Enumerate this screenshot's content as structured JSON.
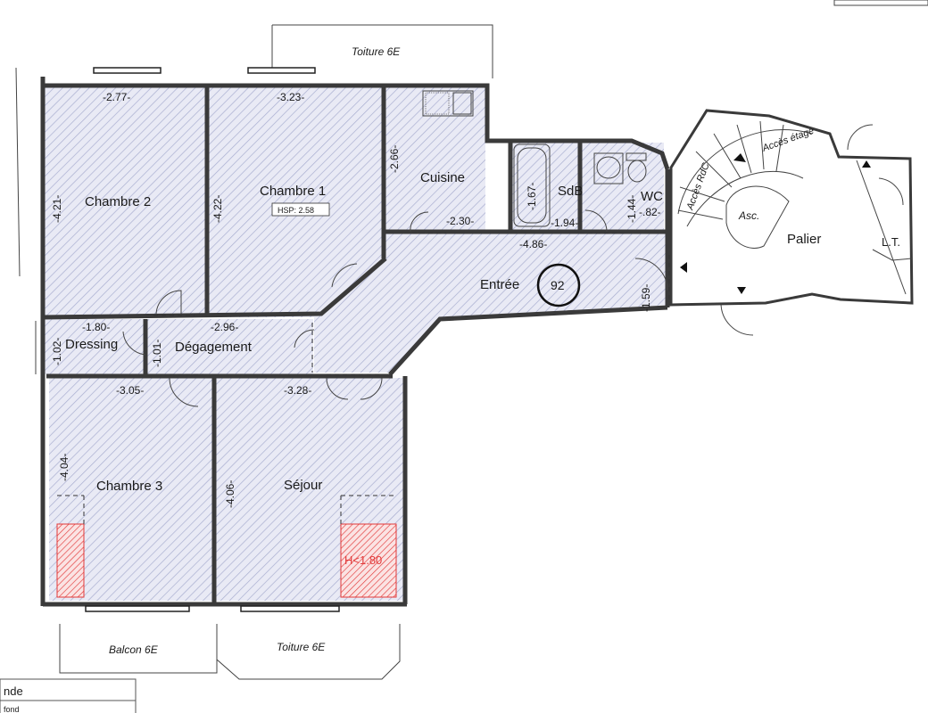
{
  "rooms": {
    "chambre2": "Chambre 2",
    "chambre1": "Chambre 1",
    "cuisine": "Cuisine",
    "sdb": "SdB",
    "wc": "WC",
    "entree": "Entrée",
    "dressing": "Dressing",
    "degagement": "Dégagement",
    "chambre3": "Chambre 3",
    "sejour": "Séjour",
    "palier": "Palier",
    "lt": "L.T."
  },
  "labels": {
    "hsp": "HSP: 2.58",
    "unit_number": "92",
    "h_limit": "H<1.80",
    "asc": "Asc.",
    "acces_etage": "Accès étage",
    "acces_rdc": "Accès RdC",
    "toiture_top": "Toiture 6E",
    "toiture_bottom": "Toiture 6E",
    "balcon": "Balcon 6E",
    "legend_title": "nde",
    "legend_item": "fond"
  },
  "dimensions": {
    "chambre2_w": "-2.77-",
    "chambre2_h": "-4.21-",
    "chambre1_w": "-3.23-",
    "chambre1_h": "-4.22-",
    "cuisine_h": "-2.66-",
    "cuisine_w": "-2.30-",
    "bath_h": "-1.67-",
    "sdb_w": "-1.94-",
    "wc_h": "-1.44-",
    "wc_w": "-.82-",
    "entree_w": "-4.86-",
    "entree_h": "-1.59-",
    "dressing_w": "-1.80-",
    "dressing_h": "-1.02-",
    "degag_h": "-1.01-",
    "degag_w": "-2.96-",
    "chambre3_w": "-3.05-",
    "chambre3_h": "-4.04-",
    "sejour_w": "-3.28-",
    "sejour_h": "-4.06-"
  },
  "colors": {
    "hatch": "#b9bedb",
    "room_fill": "#e9eaf5",
    "wall": "#3a3a3a",
    "low_height": "#e23a3a"
  }
}
